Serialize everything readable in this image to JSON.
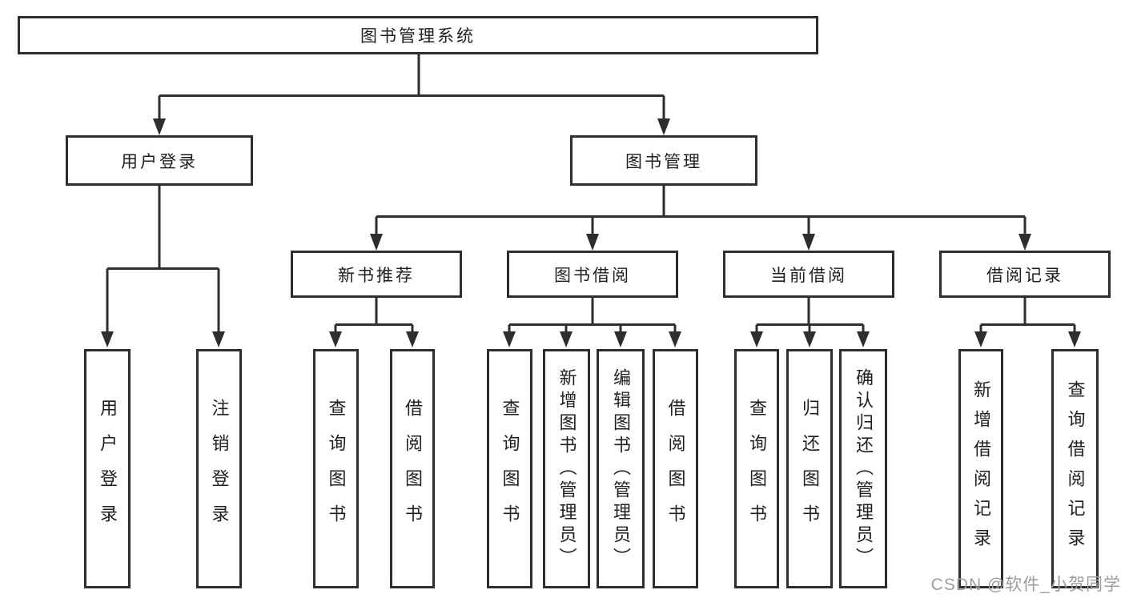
{
  "tree": {
    "root": "图书管理系统",
    "branches": [
      {
        "label": "用户登录",
        "leaves": [
          "用户登录",
          "注销登录"
        ]
      },
      {
        "label": "图书管理",
        "sections": [
          {
            "label": "新书推荐",
            "leaves": [
              "查询图书",
              "借阅图书"
            ]
          },
          {
            "label": "图书借阅",
            "leaves": [
              "查询图书",
              "新增图书（管理员）",
              "编辑图书（管理员）",
              "借阅图书"
            ]
          },
          {
            "label": "当前借阅",
            "leaves": [
              "查询图书",
              "归还图书",
              "确认归还（管理员）"
            ]
          },
          {
            "label": "借阅记录",
            "leaves": [
              "新增借阅记录",
              "查询借阅记录"
            ]
          }
        ]
      }
    ]
  },
  "watermark": "CSDN @软件_小贺同学",
  "colors": {
    "line": "#2e2e2e",
    "box_border": "#2e2e2e",
    "text": "#1f1f1f",
    "watermark": "#9d9d9d",
    "background": "#ffffff"
  }
}
